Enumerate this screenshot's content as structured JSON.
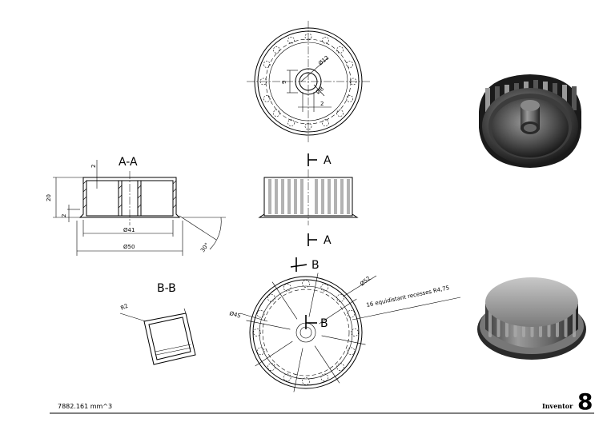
{
  "section_labels": {
    "aa_title": "A-A",
    "bb_title": "B-B",
    "marker_a_top": "A",
    "marker_a_bottom": "A",
    "marker_b_top": "B",
    "marker_b_center": "B"
  },
  "dimensions": {
    "dia_12": "Ø12",
    "dia_8": "Ø8",
    "dim_9": "9",
    "dim_2_top": "2",
    "aa_2_top": "2",
    "aa_20": "20",
    "aa_2_side": "2",
    "aa_dia_41": "Ø41",
    "aa_dia_50": "Ø50",
    "aa_angle_30": "30°",
    "bb_r2": "R2",
    "bottom_dia_52": "Ø52",
    "bottom_dia_45": "Ø45",
    "recess_note": "16 equidistant recesses R4,75"
  },
  "footer": {
    "volume": "7882.161 mm^3",
    "brand_text": "Inventor",
    "brand_number": "8"
  }
}
